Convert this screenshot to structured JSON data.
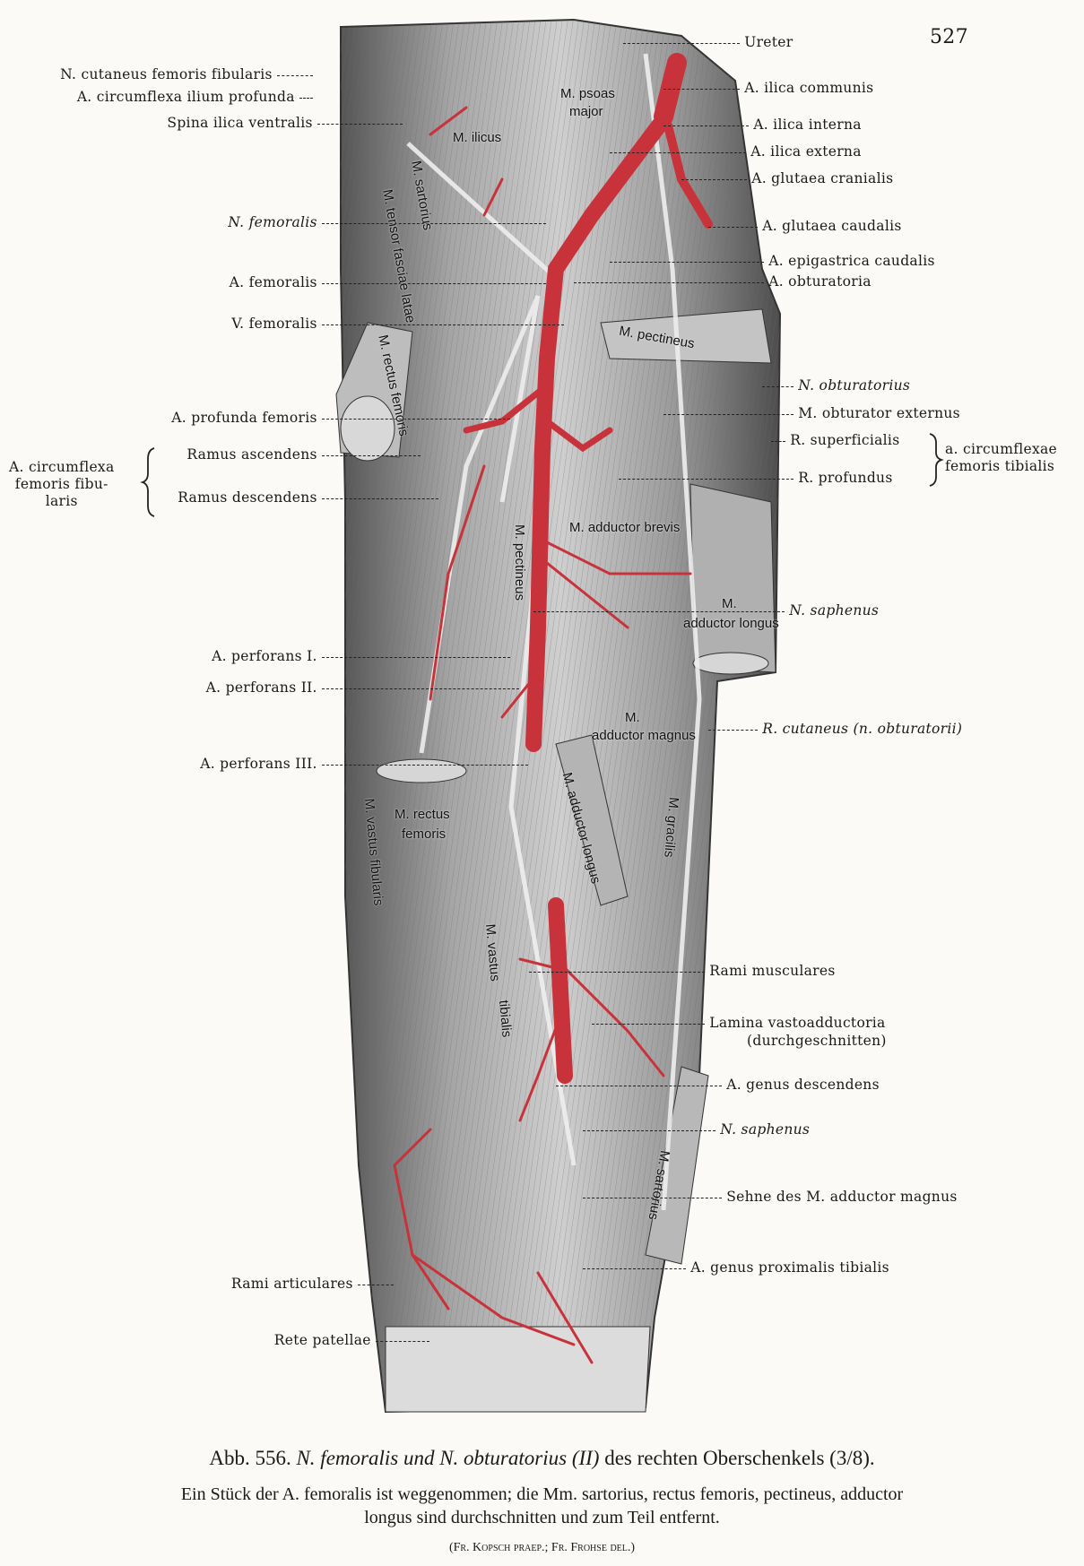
{
  "page_number": "527",
  "labels_left": [
    "N. cutaneus femoris fibularis",
    "A. circumflexa ilium profunda",
    "Spina ilica ventralis",
    "N. femoralis",
    "A. femoralis",
    "V. femoralis",
    "A. profunda femoris",
    "Ramus ascendens",
    "Ramus descendens",
    "A. perforans I.",
    "A. perforans II.",
    "A. perforans III.",
    "Rami articulares",
    "Rete patellae"
  ],
  "group_left": [
    "A. circumflexa",
    "femoris fibu-",
    "laris"
  ],
  "labels_right": [
    "Ureter",
    "A. ilica communis",
    "A. ilica interna",
    "A. ilica externa",
    "A. glutaea cranialis",
    "A. glutaea caudalis",
    "A. epigastrica caudalis",
    "A. obturatoria",
    "N. obturatorius",
    "M. obturator externus",
    "R. superficialis",
    "R. profundus",
    "N. saphenus",
    "R. cutaneus (n. obturatorii)",
    "Rami musculares",
    "Lamina vastoadductoria",
    "(durchgeschnitten)",
    "A. genus descendens",
    "N. saphenus",
    "Sehne des M. adductor magnus",
    "A. genus proximalis tibialis"
  ],
  "group_right": [
    "a. circumflexae",
    "femoris tibialis"
  ],
  "muscles": [
    "M. psoas",
    "major",
    "M. ilicus",
    "M. sartorius",
    "M. tensor fasciae latae",
    "M. rectus femoris",
    "M. pectineus",
    "M. adductor brevis",
    "M. pectineus",
    "M.",
    "adductor longus",
    "M.",
    "adductor magnus",
    "M. rectus",
    "femoris",
    "M. adductor longus",
    "M. gracilis",
    "M. vastus fibularis",
    "M. vastus",
    "tibialis",
    "M. sartorius"
  ],
  "caption": {
    "prefix": "Abb. 556.",
    "title_italic": "N. femoralis und N. obturatorius (II)",
    "title_rest": "des rechten Oberschenkels (3/8).",
    "line2": "Ein Stück der A. femoralis ist weggenommen; die Mm. sartorius, rectus femoris, pectineus, adductor",
    "line3": "longus sind durchschnitten und zum Teil entfernt.",
    "credit": "(Fr. Kopsch praep.; Fr. Frohse del.)"
  },
  "colors": {
    "artery": "#c8333b",
    "muscle": "#9a9a9a",
    "paper": "#fbfaf6"
  }
}
